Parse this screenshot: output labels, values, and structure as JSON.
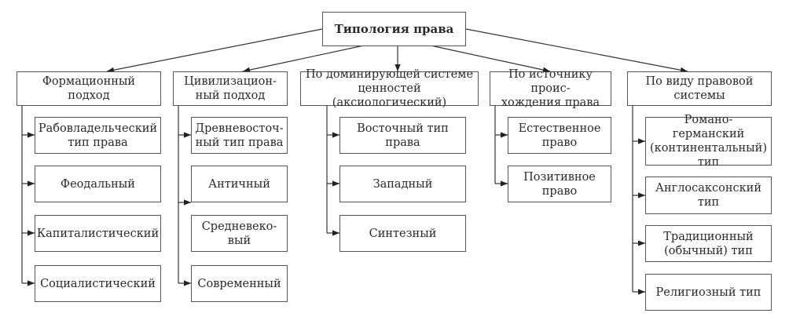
{
  "diagram": {
    "root": {
      "label": "Типология права"
    },
    "categories": [
      {
        "label": "Формационный подход",
        "children": [
          "Рабовладельческий\nтип права",
          "Феодальный",
          "Капиталистический",
          "Социалистический"
        ]
      },
      {
        "label": "Цивилизацион-\nный подход",
        "children": [
          "Древневосточ-\nный тип права",
          "Античный",
          "Средневеко-\nвый",
          "Современный"
        ]
      },
      {
        "label": "По доминирующей системе\nценностей (аксиологический)",
        "children": [
          "Восточный тип\nправа",
          "Западный",
          "Синтезный"
        ]
      },
      {
        "label": "По источнику проис-\nхождения права",
        "children": [
          "Естественное\nправо",
          "Позитивное\nправо"
        ]
      },
      {
        "label": "По виду правовой\nсистемы",
        "children": [
          "Романо-германский\n(континентальный)\nтип",
          "Англосаксонский\nтип",
          "Традиционный\n(обычный) тип",
          "Религиозный тип"
        ]
      }
    ]
  }
}
